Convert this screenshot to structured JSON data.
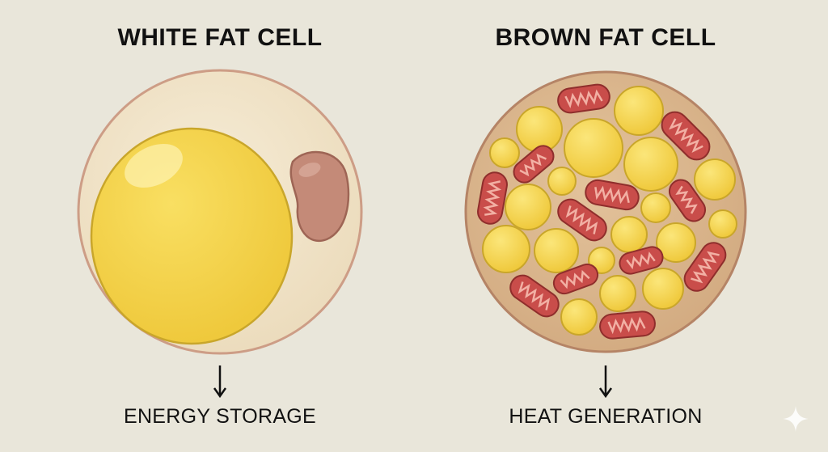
{
  "panels": [
    {
      "title": "WHITE FAT CELL",
      "caption": "ENERGY STORAGE"
    },
    {
      "title": "BROWN FAT CELL",
      "caption": "HEAT GENERATION"
    }
  ],
  "colors": {
    "background": "#e9e6da",
    "cell_membrane": "#c9957e",
    "white_cytoplasm": "#f1e4c9",
    "brown_cytoplasm": "#d7b48c",
    "lipid": "#f3d24a",
    "lipid_outline": "#c9a62a",
    "nucleus": "#c48a78",
    "mitochondria": "#c94d4a",
    "mitochondria_cristae": "#f2b0a4"
  },
  "icons": {
    "caption_arrows": "arrow-down-icon",
    "watermark": "sparkle-icon"
  }
}
